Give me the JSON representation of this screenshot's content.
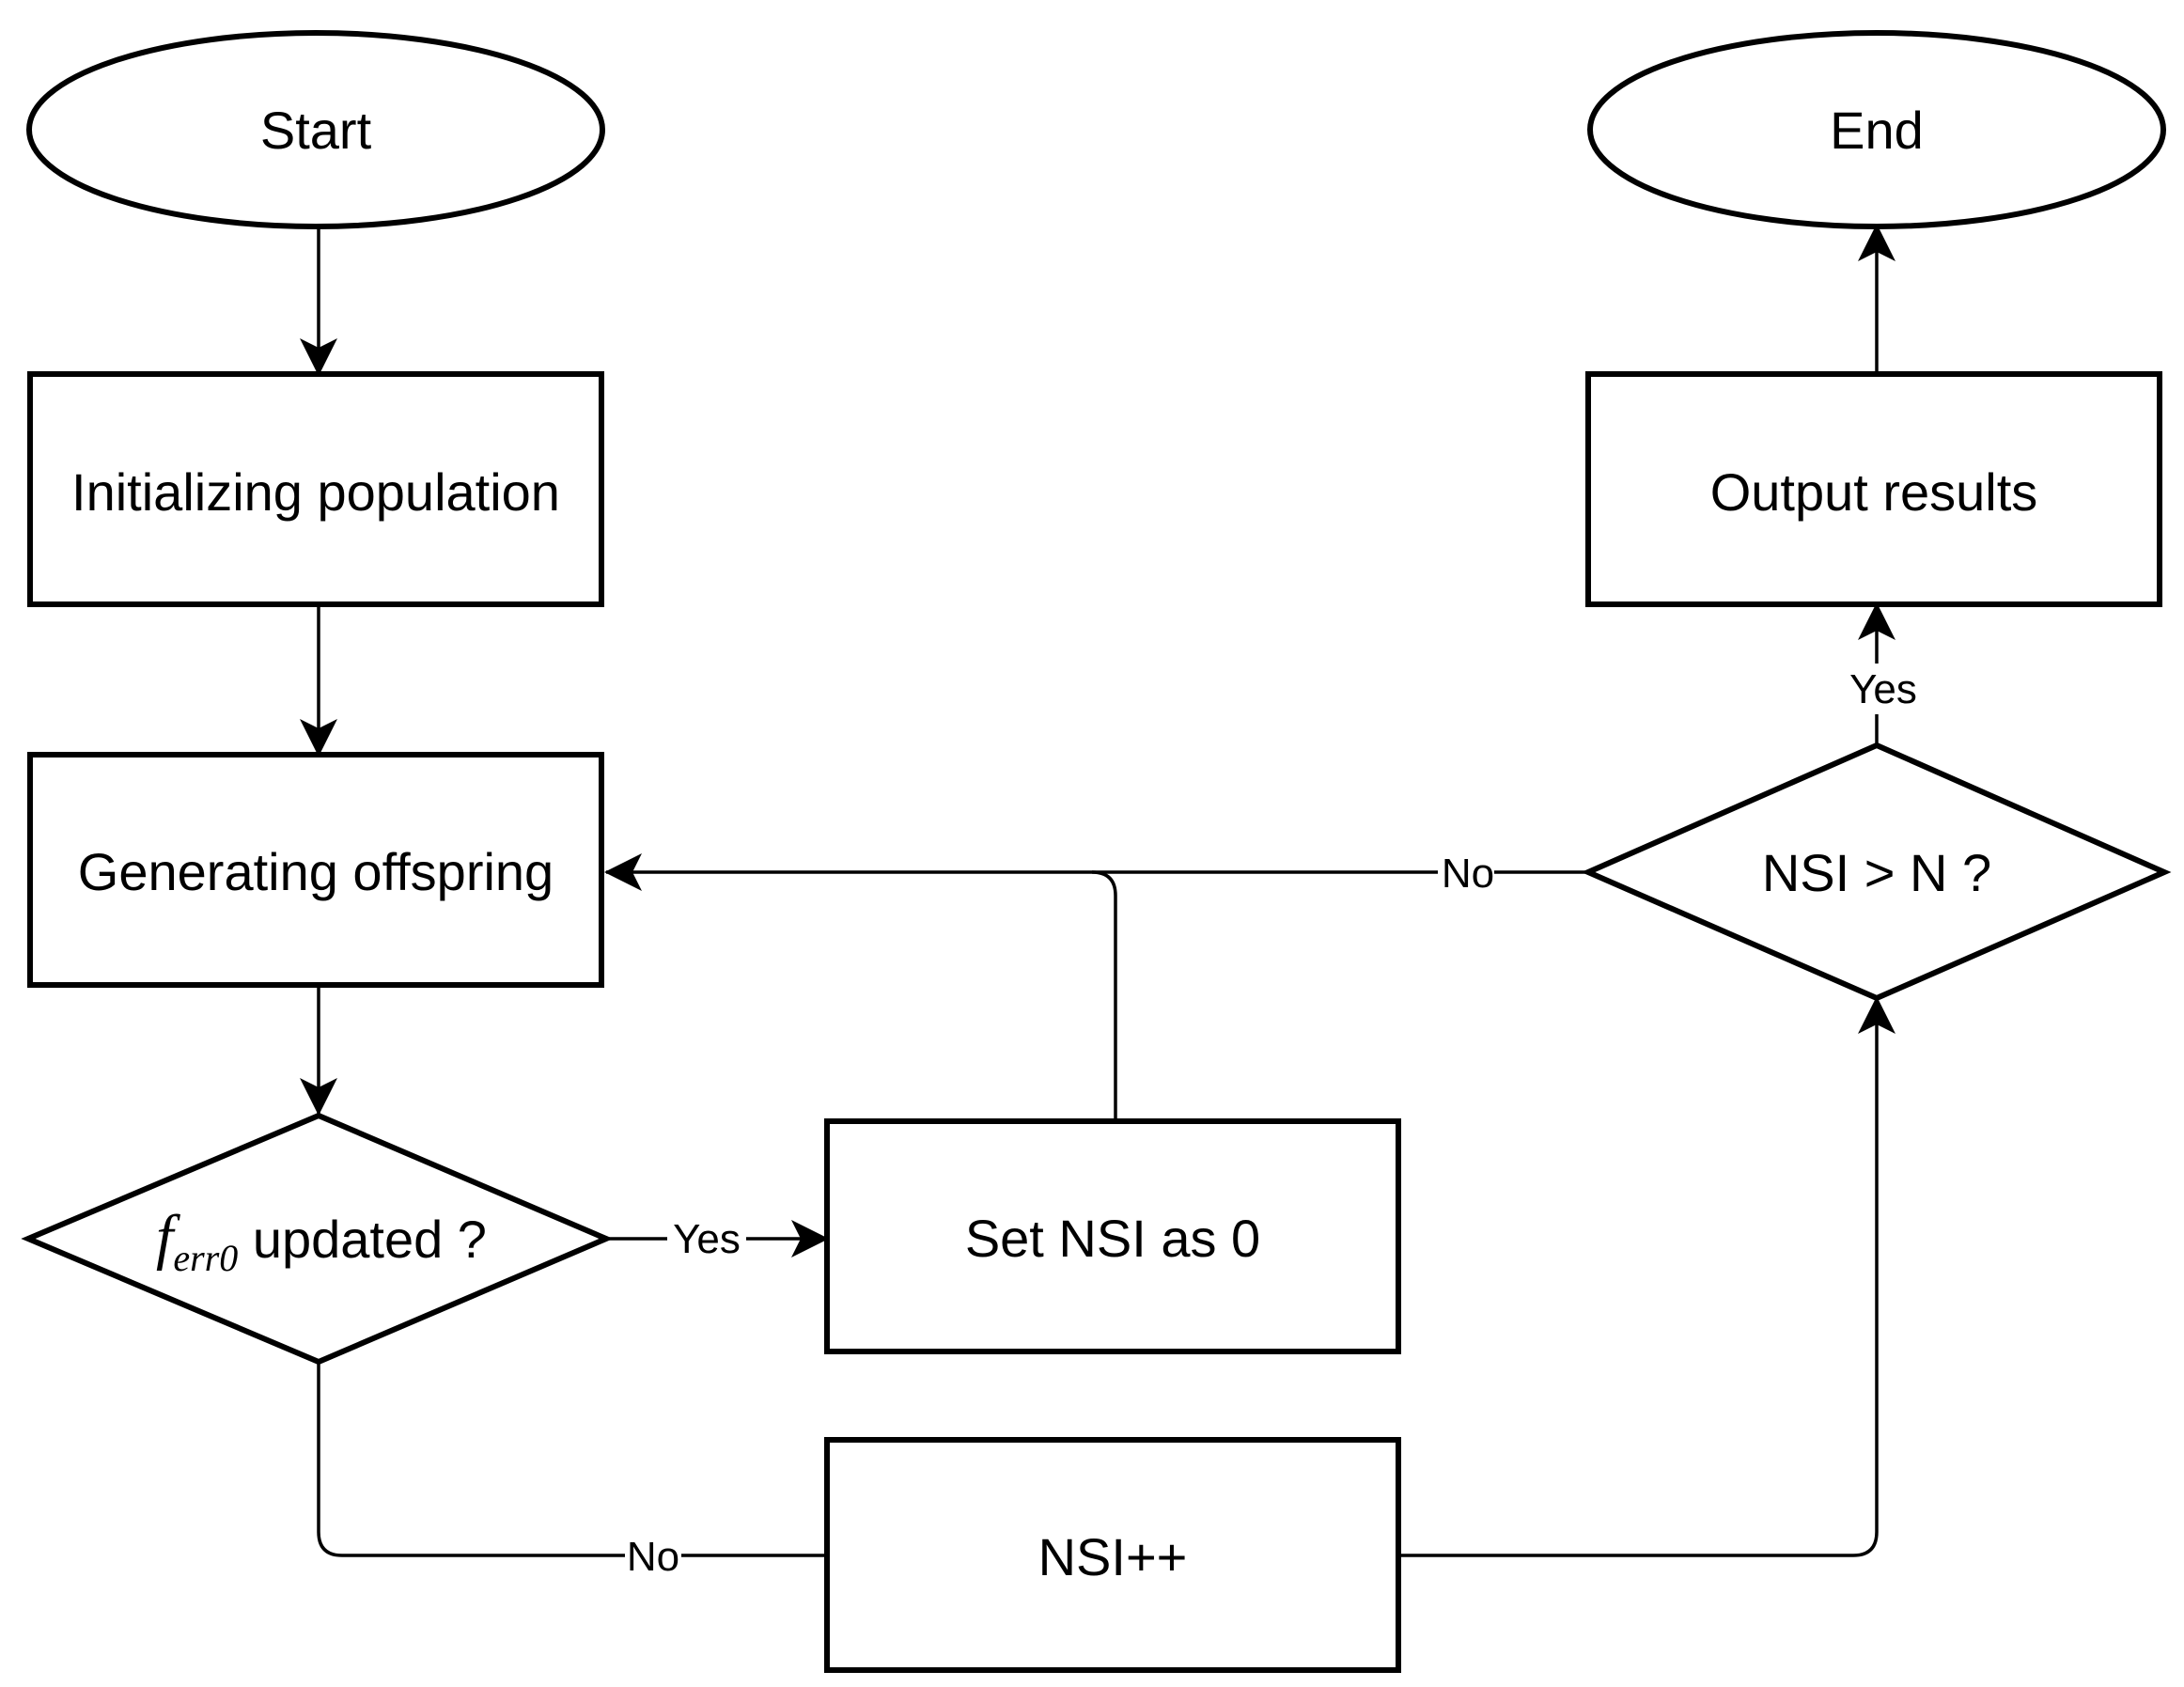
{
  "nodes": {
    "start": "Start",
    "end": "End",
    "init": "Initializing population",
    "generate": "Generating offspring",
    "output": "Output results",
    "set_nsi": "Set NSI as 0",
    "nsi_inc": "NSI++",
    "check_nsi": "NSI > N ?",
    "check_ferr": {
      "symbol": "f",
      "subscript": "err0",
      "text": " updated ?"
    }
  },
  "edge_labels": {
    "ferr_yes": "Yes",
    "ferr_no": "No",
    "nsi_yes": "Yes",
    "nsi_no": "No"
  }
}
